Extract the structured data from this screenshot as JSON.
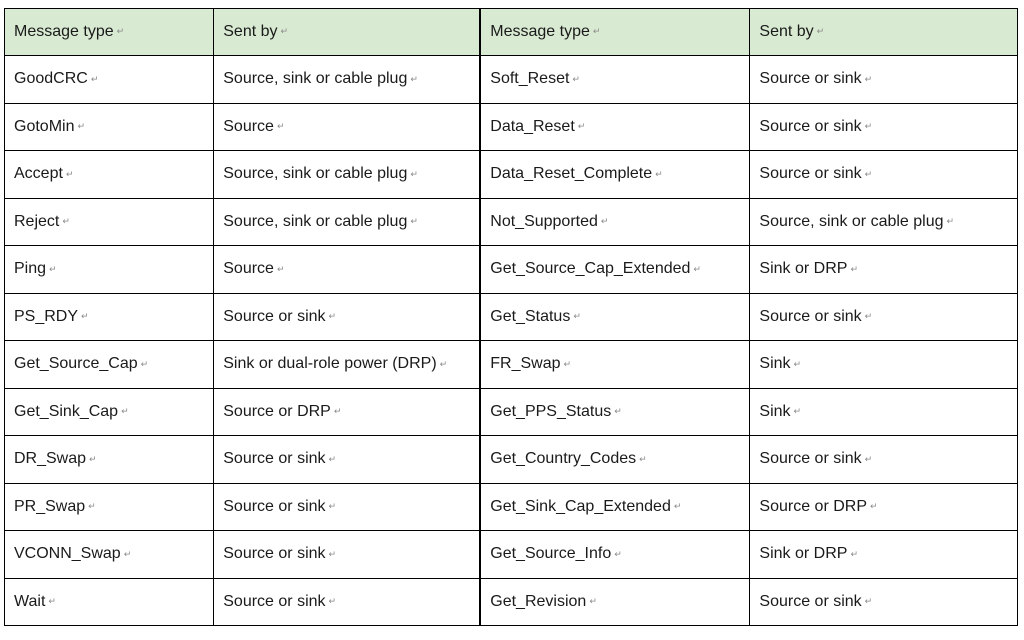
{
  "table": {
    "headers": [
      "Message type",
      "Sent by",
      "Message type",
      "Sent by"
    ],
    "rows": [
      [
        "GoodCRC",
        "Source, sink or cable plug",
        "Soft_Reset",
        "Source or sink"
      ],
      [
        "GotoMin",
        "Source",
        "Data_Reset",
        "Source or sink"
      ],
      [
        "Accept",
        "Source, sink or cable plug",
        "Data_Reset_Complete",
        "Source or sink"
      ],
      [
        "Reject",
        "Source, sink or cable plug",
        "Not_Supported",
        "Source, sink or cable plug"
      ],
      [
        "Ping",
        "Source",
        "Get_Source_Cap_Extended",
        "Sink or DRP"
      ],
      [
        "PS_RDY",
        "Source or sink",
        "Get_Status",
        "Source or sink"
      ],
      [
        "Get_Source_Cap",
        "Sink or dual-role power (DRP)",
        "FR_Swap",
        "Sink"
      ],
      [
        "Get_Sink_Cap",
        "Source or DRP",
        "Get_PPS_Status",
        "Sink"
      ],
      [
        "DR_Swap",
        "Source or sink",
        "Get_Country_Codes",
        "Source or sink"
      ],
      [
        "PR_Swap",
        "Source or sink",
        "Get_Sink_Cap_Extended",
        "Source or DRP"
      ],
      [
        "VCONN_Swap",
        "Source or sink",
        "Get_Source_Info",
        "Sink or DRP"
      ],
      [
        "Wait",
        "Source or sink",
        "Get_Revision",
        "Source or sink"
      ]
    ]
  },
  "colors": {
    "header_background": "#d9ead3",
    "border": "#000000",
    "text": "#1a1a1a",
    "paragraph_mark": "#8a8a8a"
  },
  "icons": {
    "paragraph_mark": "paragraph-mark-icon"
  }
}
